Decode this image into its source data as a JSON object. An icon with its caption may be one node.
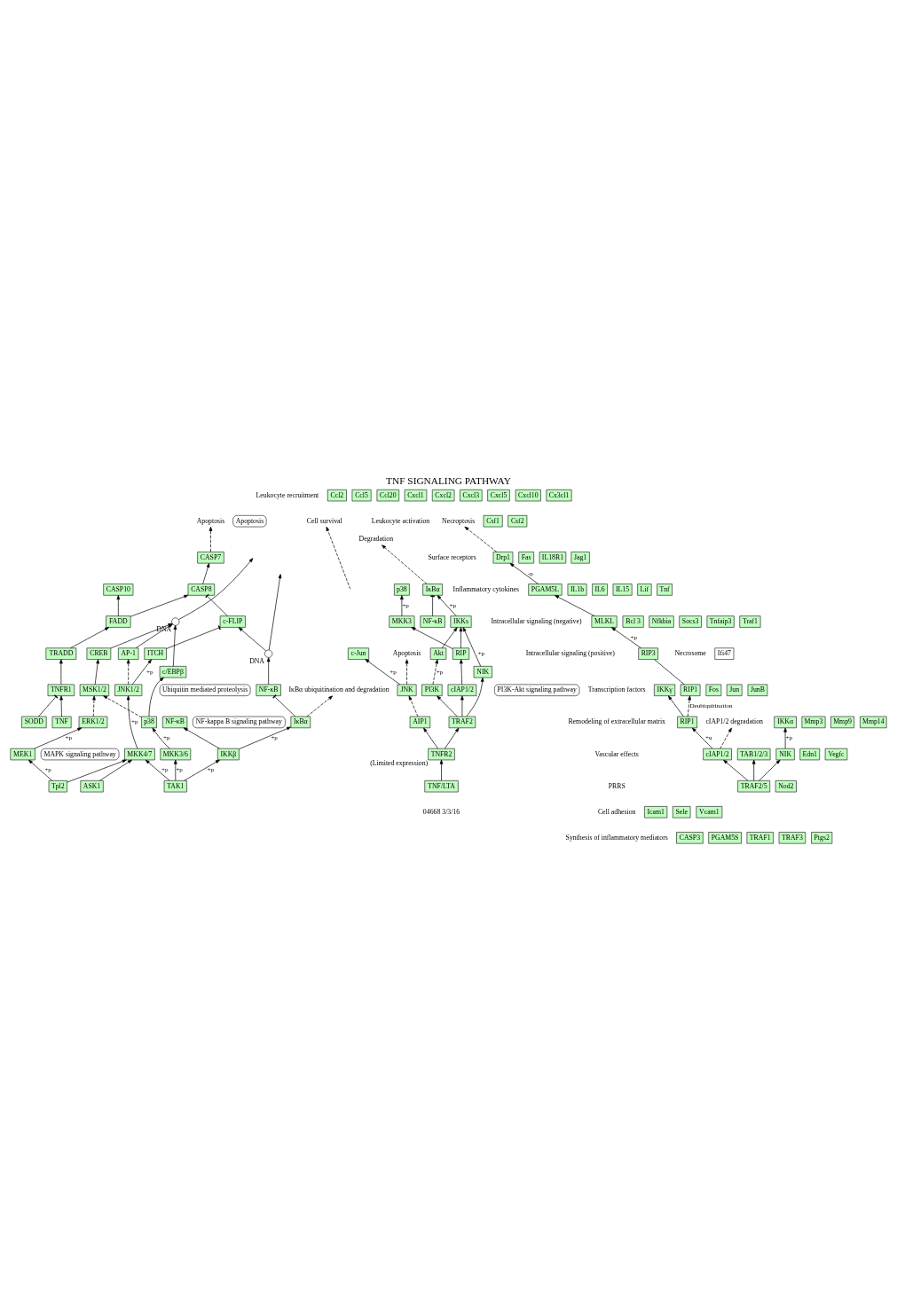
{
  "diagram": {
    "title": "TNF SIGNALING PATHWAY",
    "nodes": [
      {
        "text": [
          "TNF"
        ]
      },
      {
        "text": [
          "TNFR1"
        ]
      },
      {
        "text": [
          "SODD"
        ]
      },
      {
        "text": [
          "TRADD"
        ]
      },
      {
        "text": [
          "TRAF2/5"
        ]
      },
      {
        "text": [
          "RIP1"
        ]
      },
      {
        "text": [
          "cIAP1/2"
        ]
      },
      {
        "text": [
          "cIAP1/2 degradation"
        ]
      },
      {
        "text": [
          "FADD"
        ]
      },
      {
        "text": [
          "CASP10"
        ]
      },
      {
        "text": [
          "CASP8"
        ]
      },
      {
        "text": [
          "CASP7"
        ]
      },
      {
        "text": [
          "CASP3"
        ]
      },
      {
        "text": [
          "Apoptosis"
        ]
      },
      {
        "text": [
          "Apoptosis"
        ]
      },
      {
        "text": [
          "ASK1"
        ]
      },
      {
        "text": [
          "TAB1/2/3"
        ]
      },
      {
        "text": [
          "TAK1"
        ]
      },
      {
        "text": [
          "NIK"
        ]
      },
      {
        "text": [
          "MAPK signaling pathway"
        ]
      },
      {
        "text": [
          "MKK4/7"
        ]
      },
      {
        "text": [
          "MKK3/6"
        ]
      },
      {
        "text": [
          "MEK1"
        ]
      },
      {
        "text": [
          "Tpl2"
        ]
      },
      {
        "text": [
          "NF-κB"
        ]
      },
      {
        "text": [
          "IKKβ"
        ]
      },
      {
        "text": [
          "IKKα"
        ]
      },
      {
        "text": [
          "IKKγ"
        ]
      },
      {
        "text": [
          "ITCH"
        ]
      },
      {
        "text": [
          "c-FLIP"
        ]
      },
      {
        "text": [
          "JNK1/2"
        ]
      },
      {
        "text": [
          "p38"
        ]
      },
      {
        "text": [
          "ERK1/2"
        ]
      },
      {
        "text": [
          "IκBα"
        ]
      },
      {
        "text": [
          "NF-κB"
        ]
      },
      {
        "text": [
          "MSK1/2"
        ]
      },
      {
        "text": [
          "AP-1"
        ]
      },
      {
        "text": [
          "c/EBPβ"
        ]
      },
      {
        "text": [
          "CREB"
        ]
      },
      {
        "text": [
          "Ubiquitin mediated proteolysis"
        ]
      },
      {
        "text": [
          "IκBα ubiquitination and degradation"
        ]
      },
      {
        "text": [
          "NF-kappa B signaling pathway"
        ]
      },
      {
        "text": [
          "DNA"
        ]
      },
      {
        "text": [
          "DNA"
        ]
      },
      {
        "text": [
          "RIP1"
        ]
      },
      {
        "text": [
          "RIP3"
        ]
      },
      {
        "text": [
          "MLKL"
        ]
      },
      {
        "text": [
          "PGAM5L"
        ]
      },
      {
        "text": [
          "PGAM5S"
        ]
      },
      {
        "text": [
          "Drp1"
        ]
      },
      {
        "text": [
          "Necroptosis"
        ]
      },
      {
        "text": [
          "TNF/LTA"
        ]
      },
      {
        "text": [
          "TNFR2"
        ],
        "beside": [
          "(Limited expression)"
        ]
      },
      {
        "text": [
          "TRAF1"
        ]
      },
      {
        "text": [
          "TRAF2"
        ]
      },
      {
        "text": [
          "TRAF3"
        ]
      },
      {
        "text": [
          "PI3K"
        ]
      },
      {
        "text": [
          "NIK"
        ]
      },
      {
        "text": [
          "cIAP1/2"
        ]
      },
      {
        "text": [
          "AIP1"
        ]
      },
      {
        "text": [
          "PI3K-Akt signaling pathway"
        ]
      },
      {
        "text": [
          "Akt"
        ]
      },
      {
        "text": [
          "RIP"
        ]
      },
      {
        "text": [
          "JNK"
        ]
      },
      {
        "text": [
          "IKKs"
        ]
      },
      {
        "text": [
          "MKK3"
        ]
      },
      {
        "text": [
          "NF-κB"
        ]
      },
      {
        "text": [
          "IκBα"
        ]
      },
      {
        "text": [
          "p38"
        ]
      },
      {
        "text": [
          "c-Jun"
        ]
      },
      {
        "text": [
          "Degradation"
        ]
      },
      {
        "text": [
          "Cell survival"
        ]
      },
      {
        "text": [
          "Apoptosis"
        ]
      },
      {
        "text": [
          "Ccl2"
        ]
      },
      {
        "text": [
          "Ccl5"
        ]
      },
      {
        "text": [
          "Ccl20"
        ]
      },
      {
        "text": [
          "Cxcl1"
        ]
      },
      {
        "text": [
          "Cxcl2"
        ]
      },
      {
        "text": [
          "Cxcl3"
        ]
      },
      {
        "text": [
          "Cxcl5"
        ]
      },
      {
        "text": [
          "Cxcl10"
        ]
      },
      {
        "text": [
          "Cx3cl1"
        ]
      },
      {
        "text": [
          "Csf1"
        ]
      },
      {
        "text": [
          "Csf2"
        ]
      },
      {
        "text": [
          "Fas"
        ]
      },
      {
        "text": [
          "IL18R1"
        ]
      },
      {
        "text": [
          "Jag1"
        ]
      },
      {
        "text": [
          "IL1b"
        ]
      },
      {
        "text": [
          "IL6"
        ]
      },
      {
        "text": [
          "IL15"
        ]
      },
      {
        "text": [
          "Lif"
        ]
      },
      {
        "text": [
          "Tnf"
        ]
      },
      {
        "text": [
          "Bcl 3"
        ]
      },
      {
        "text": [
          "Nfkbia"
        ]
      },
      {
        "text": [
          "Socs3"
        ]
      },
      {
        "text": [
          "Tnfaip3"
        ]
      },
      {
        "text": [
          "Traf1"
        ]
      },
      {
        "text": [
          "Ifi47"
        ]
      },
      {
        "text": [
          "Fos"
        ]
      },
      {
        "text": [
          "Jun"
        ]
      },
      {
        "text": [
          "JunB"
        ]
      },
      {
        "text": [
          "Mmp3"
        ]
      },
      {
        "text": [
          "Mmp9"
        ]
      },
      {
        "text": [
          "Mmp14"
        ]
      },
      {
        "text": [
          "Edn1"
        ]
      },
      {
        "text": [
          "Vegfc"
        ]
      },
      {
        "text": [
          "Nod2"
        ]
      },
      {
        "text": [
          "Icam1"
        ]
      },
      {
        "text": [
          "Sele"
        ]
      },
      {
        "text": [
          "Vcam1"
        ]
      },
      {
        "text": [
          "Ptgs2"
        ]
      }
    ],
    "edges": [
      {
        "from": 0,
        "to": 1,
        "arrow": "to"
      },
      {
        "from": 2,
        "to": 1,
        "arrow": "other"
      },
      {
        "from": 1,
        "to": 3,
        "arrow": "to"
      },
      {
        "from": 3,
        "to": 8,
        "arrow": "to"
      },
      {
        "from": 8,
        "to": 9,
        "arrow": "to"
      },
      {
        "from": 8,
        "to": 10,
        "arrow": "to"
      },
      {
        "from": 10,
        "to": 11,
        "arrow": "to"
      },
      {
        "from": 11,
        "to": 14,
        "arrow": "to",
        "style": "dashed"
      },
      {
        "from": 29,
        "to": 10,
        "arrow": "other"
      },
      {
        "from": 28,
        "to": 29,
        "arrow": "other"
      },
      {
        "from": 30,
        "to": 28,
        "arrow": "to",
        "label": "+p"
      },
      {
        "from": 4,
        "to": 6,
        "arrow": "to"
      },
      {
        "from": 6,
        "to": 5,
        "arrow": "to",
        "label": "+u"
      },
      {
        "from": 6,
        "to": 7,
        "arrow": "to",
        "style": "dashed"
      },
      {
        "from": 4,
        "to": 16,
        "arrow": "to"
      },
      {
        "from": 4,
        "to": 18,
        "arrow": "to"
      },
      {
        "from": 5,
        "to": 27,
        "arrow": "to"
      },
      {
        "from": 15,
        "to": 20,
        "arrow": "to"
      },
      {
        "from": 17,
        "to": 20,
        "arrow": "to",
        "label": "+p"
      },
      {
        "from": 17,
        "to": 21,
        "arrow": "to",
        "label": "+p"
      },
      {
        "from": 17,
        "to": 25,
        "arrow": "to",
        "label": "+p"
      },
      {
        "from": 18,
        "to": 26,
        "arrow": "to",
        "label": "+p"
      },
      {
        "from": 23,
        "to": 20,
        "arrow": "to"
      },
      {
        "from": 23,
        "to": 22,
        "arrow": "to",
        "label": "+p"
      },
      {
        "from": 25,
        "to": 24,
        "arrow": "to"
      },
      {
        "from": 25,
        "to": 33,
        "arrow": "to",
        "label": "+p"
      },
      {
        "from": 33,
        "to": 34,
        "arrow": "other"
      },
      {
        "from": 33,
        "to": 40,
        "arrow": "to",
        "style": "dashed"
      },
      {
        "from": 20,
        "to": 30,
        "arrow": "to",
        "label": "+p"
      },
      {
        "from": 21,
        "to": 31,
        "arrow": "to",
        "label": "+p"
      },
      {
        "from": 22,
        "to": 32,
        "arrow": "to",
        "label": "+p"
      },
      {
        "from": 30,
        "to": 36,
        "arrow": "to",
        "style": "dashed"
      },
      {
        "from": 31,
        "to": 37,
        "arrow": "to"
      },
      {
        "from": 31,
        "to": 35,
        "arrow": "to",
        "style": "dashed"
      },
      {
        "from": 32,
        "to": 35,
        "arrow": "to",
        "style": "dashed"
      },
      {
        "from": 35,
        "to": 38,
        "arrow": "to"
      },
      {
        "from": 36,
        "to": 42,
        "arrow": "to"
      },
      {
        "from": 37,
        "to": 42,
        "arrow": "to"
      },
      {
        "from": 38,
        "to": 42,
        "arrow": "to"
      },
      {
        "from": 34,
        "to": 43,
        "arrow": "to"
      },
      {
        "from": 42,
        "to": null,
        "arrow": "to"
      },
      {
        "from": 43,
        "to": null,
        "arrow": "to"
      },
      {
        "from": 43,
        "to": 29,
        "arrow": "to"
      },
      {
        "from": 5,
        "to": 44,
        "arrow": "to",
        "style": "dashed",
        "label": "Deubiquitination"
      },
      {
        "from": 44,
        "to": 45,
        "arrow": "none"
      },
      {
        "from": 45,
        "to": 46,
        "arrow": "to",
        "label": "+p"
      },
      {
        "from": 46,
        "to": 47,
        "arrow": "to"
      },
      {
        "from": 47,
        "to": 49,
        "arrow": "to",
        "label": "-p"
      },
      {
        "from": 49,
        "to": 50,
        "arrow": "to",
        "style": "dashed"
      },
      {
        "from": 51,
        "to": 52,
        "arrow": "to"
      },
      {
        "from": 52,
        "to": 54,
        "arrow": "to"
      },
      {
        "from": 52,
        "to": 59,
        "arrow": "to"
      },
      {
        "from": 54,
        "to": 56,
        "arrow": "to"
      },
      {
        "from": 54,
        "to": 57,
        "arrow": "to"
      },
      {
        "from": 54,
        "to": 58,
        "arrow": "to"
      },
      {
        "from": 56,
        "to": 61,
        "arrow": "to",
        "style": "dashed",
        "label": "+p"
      },
      {
        "from": 57,
        "to": 64,
        "arrow": "to",
        "label": "+p"
      },
      {
        "from": 58,
        "to": 62,
        "arrow": "to"
      },
      {
        "from": 59,
        "to": 63,
        "arrow": "to",
        "style": "dashed"
      },
      {
        "from": 61,
        "to": 64,
        "arrow": "to"
      },
      {
        "from": 62,
        "to": 64,
        "arrow": "to"
      },
      {
        "from": 62,
        "to": 65,
        "arrow": "to"
      },
      {
        "from": 64,
        "to": 67,
        "arrow": "to",
        "label": "+p"
      },
      {
        "from": 65,
        "to": 68,
        "arrow": "to",
        "label": "+p"
      },
      {
        "from": 63,
        "to": 69,
        "arrow": "to",
        "label": "+p"
      },
      {
        "from": 63,
        "to": 72,
        "arrow": "to",
        "style": "dashed"
      },
      {
        "from": 66,
        "to": 67,
        "arrow": "other"
      },
      {
        "from": 67,
        "to": 70,
        "arrow": "to",
        "style": "dashed"
      },
      {
        "from": null,
        "to": 71,
        "arrow": "to",
        "style": "dashed"
      }
    ],
    "labels": [
      "Leukocyte recruitment",
      "Leukocyte activation",
      "Surface receptors",
      "Inflammatory cytokines",
      "Intracellular signaling (negative)",
      "Intracellular signaling (positive)",
      "Transcription factors",
      "Remodeling of extracellular matrix",
      "Vascular effects",
      "PRRS",
      "Cell adhesion",
      "Synthesis of inflammatory mediators",
      "Necrosome",
      "04668 3/3/16"
    ]
  }
}
